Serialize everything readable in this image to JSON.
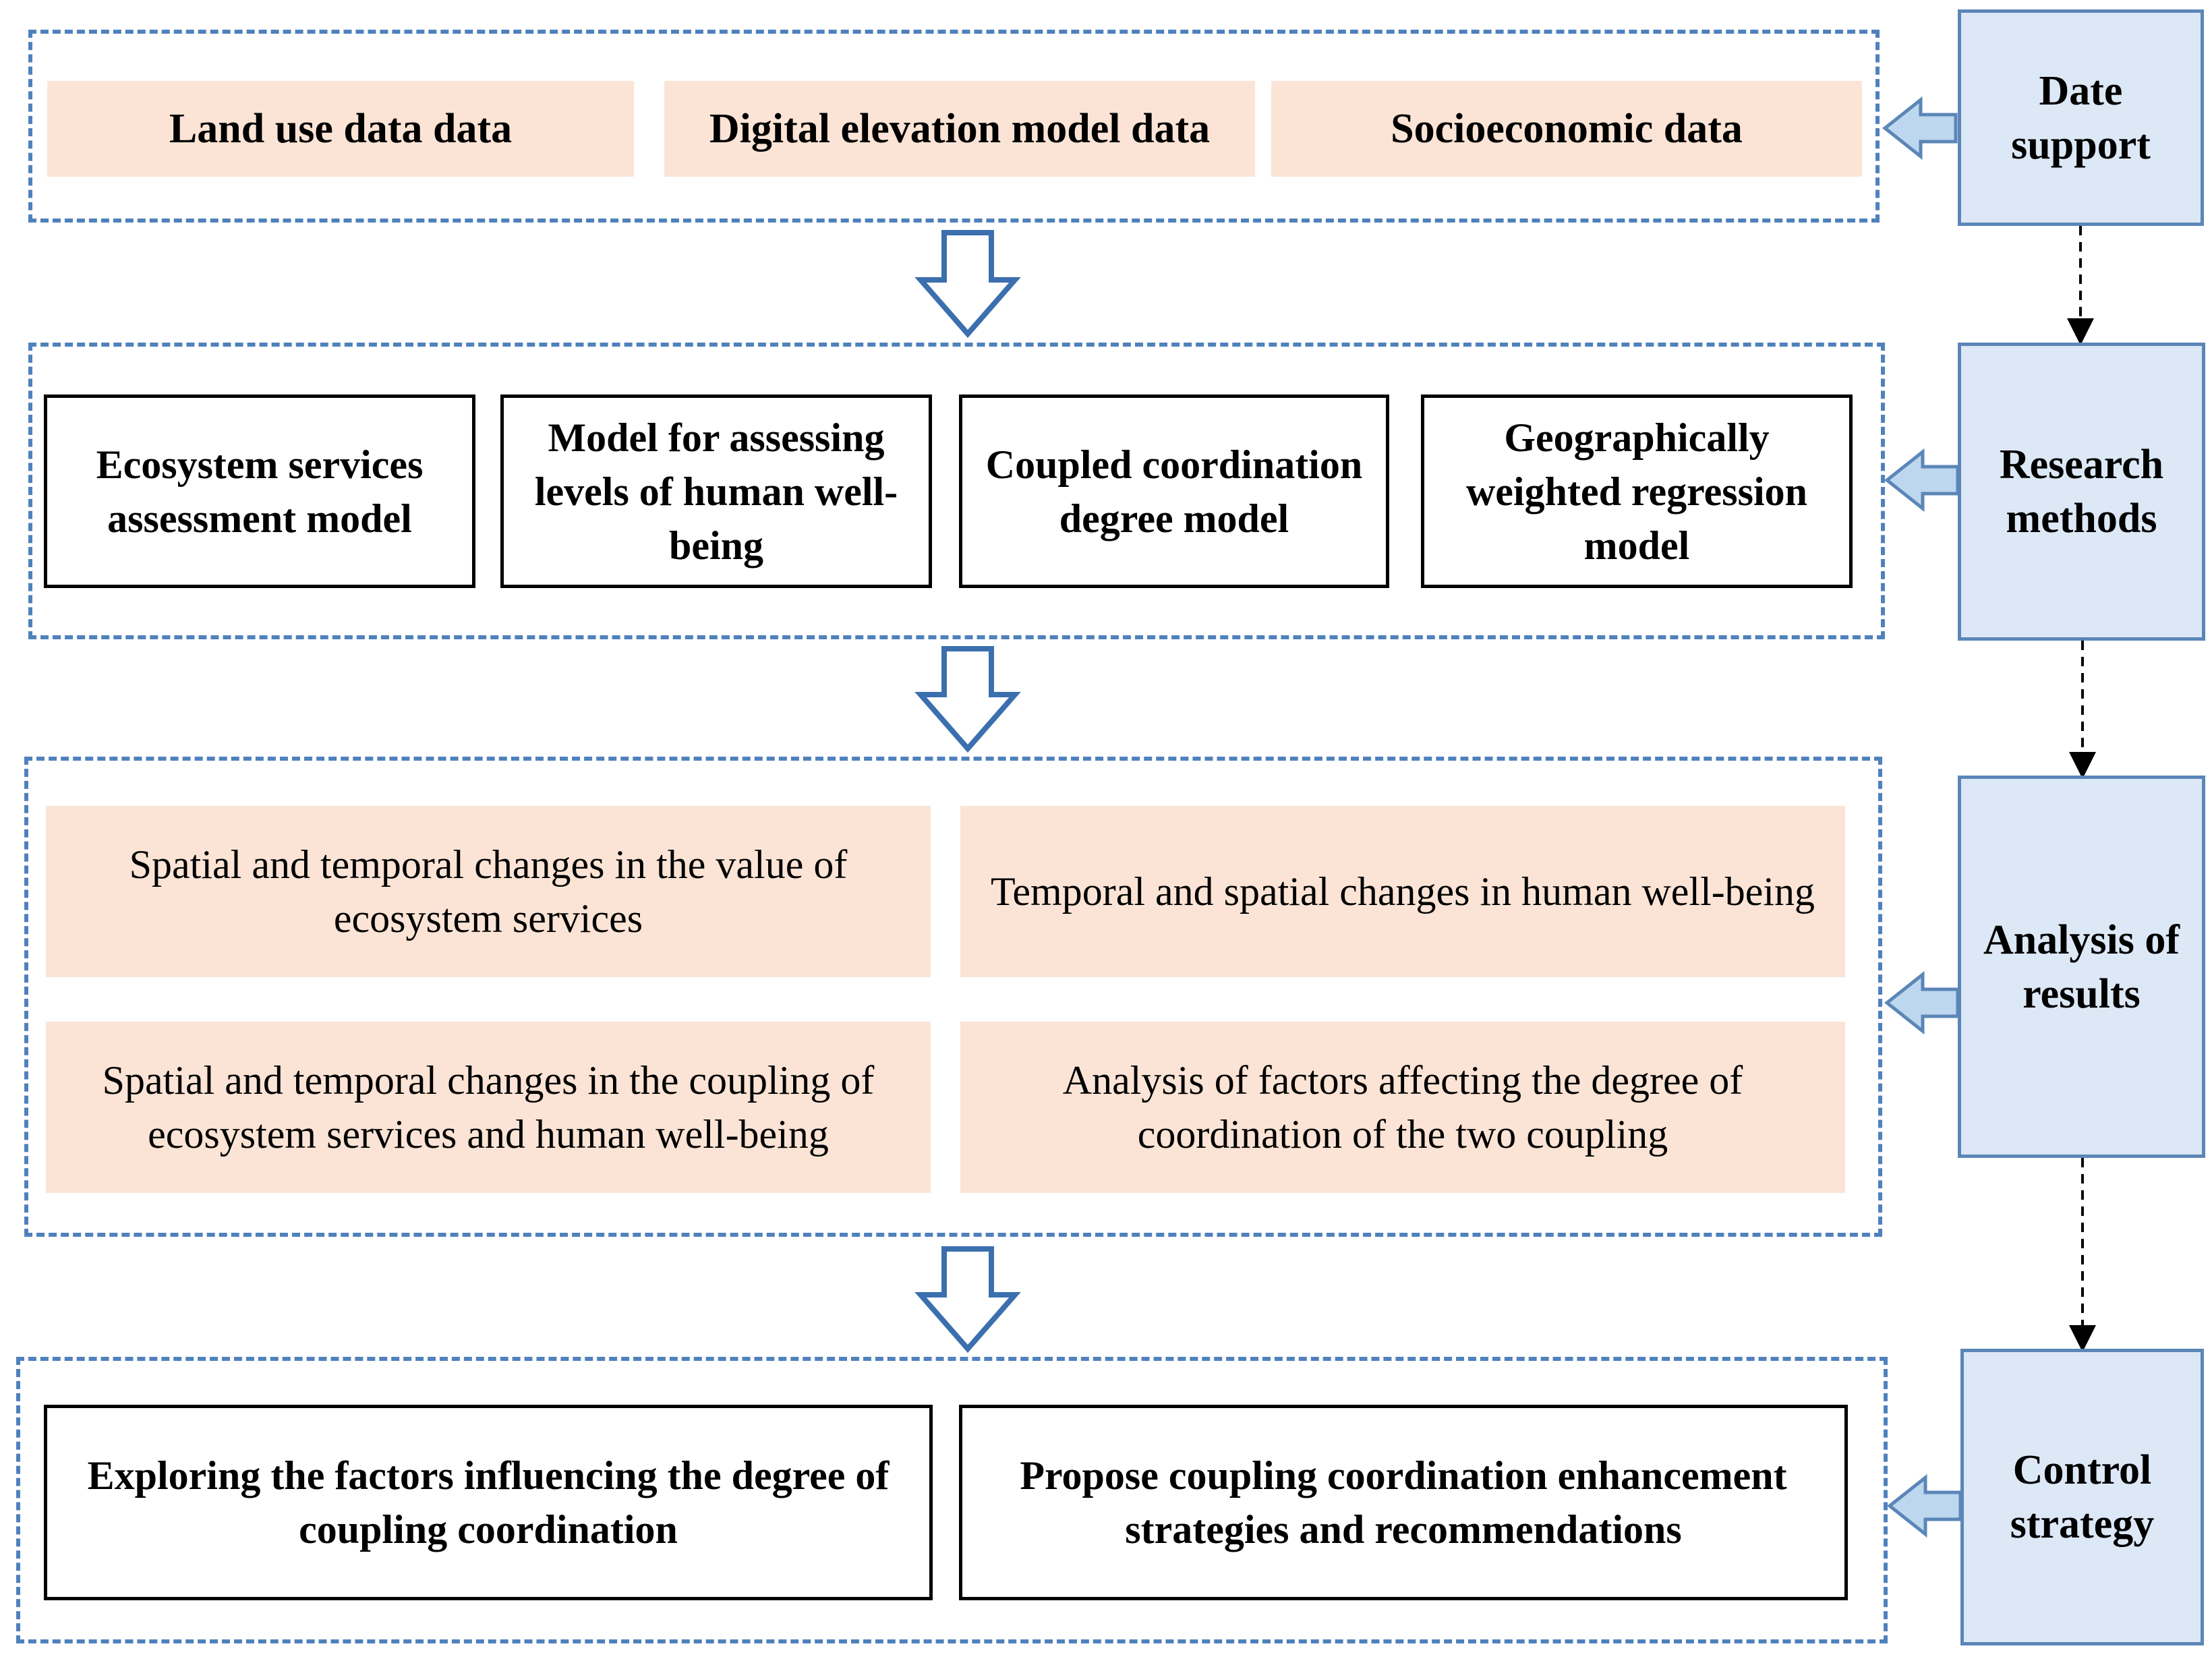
{
  "diagram": {
    "sections": [
      {
        "label": "Date support",
        "items": [
          "Land use data data",
          "Digital elevation model data",
          "Socioeconomic data"
        ]
      },
      {
        "label": "Research methods",
        "items": [
          "Ecosystem services assessment model",
          "Model for assessing levels of human well-being",
          "Coupled coordination degree model",
          "Geographically weighted regression model"
        ]
      },
      {
        "label": "Analysis of results",
        "items": [
          "Spatial and temporal changes in the value of ecosystem services",
          "Temporal and spatial changes in human well-being",
          "Spatial and temporal changes in the coupling of ecosystem services and human well-being",
          "Analysis of factors affecting the degree of coordination of the two coupling"
        ]
      },
      {
        "label": "Control strategy",
        "items": [
          "Exploring the factors influencing the degree of coupling coordination",
          "Propose coupling coordination enhancement strategies and recommendations"
        ]
      }
    ],
    "colors": {
      "dashed_border": "#4f81bd",
      "peach_fill": "#fbe4d5",
      "side_fill": "#dce8f5",
      "side_border": "#5b86b8",
      "arrow_fill": "#bdd7ee"
    }
  }
}
